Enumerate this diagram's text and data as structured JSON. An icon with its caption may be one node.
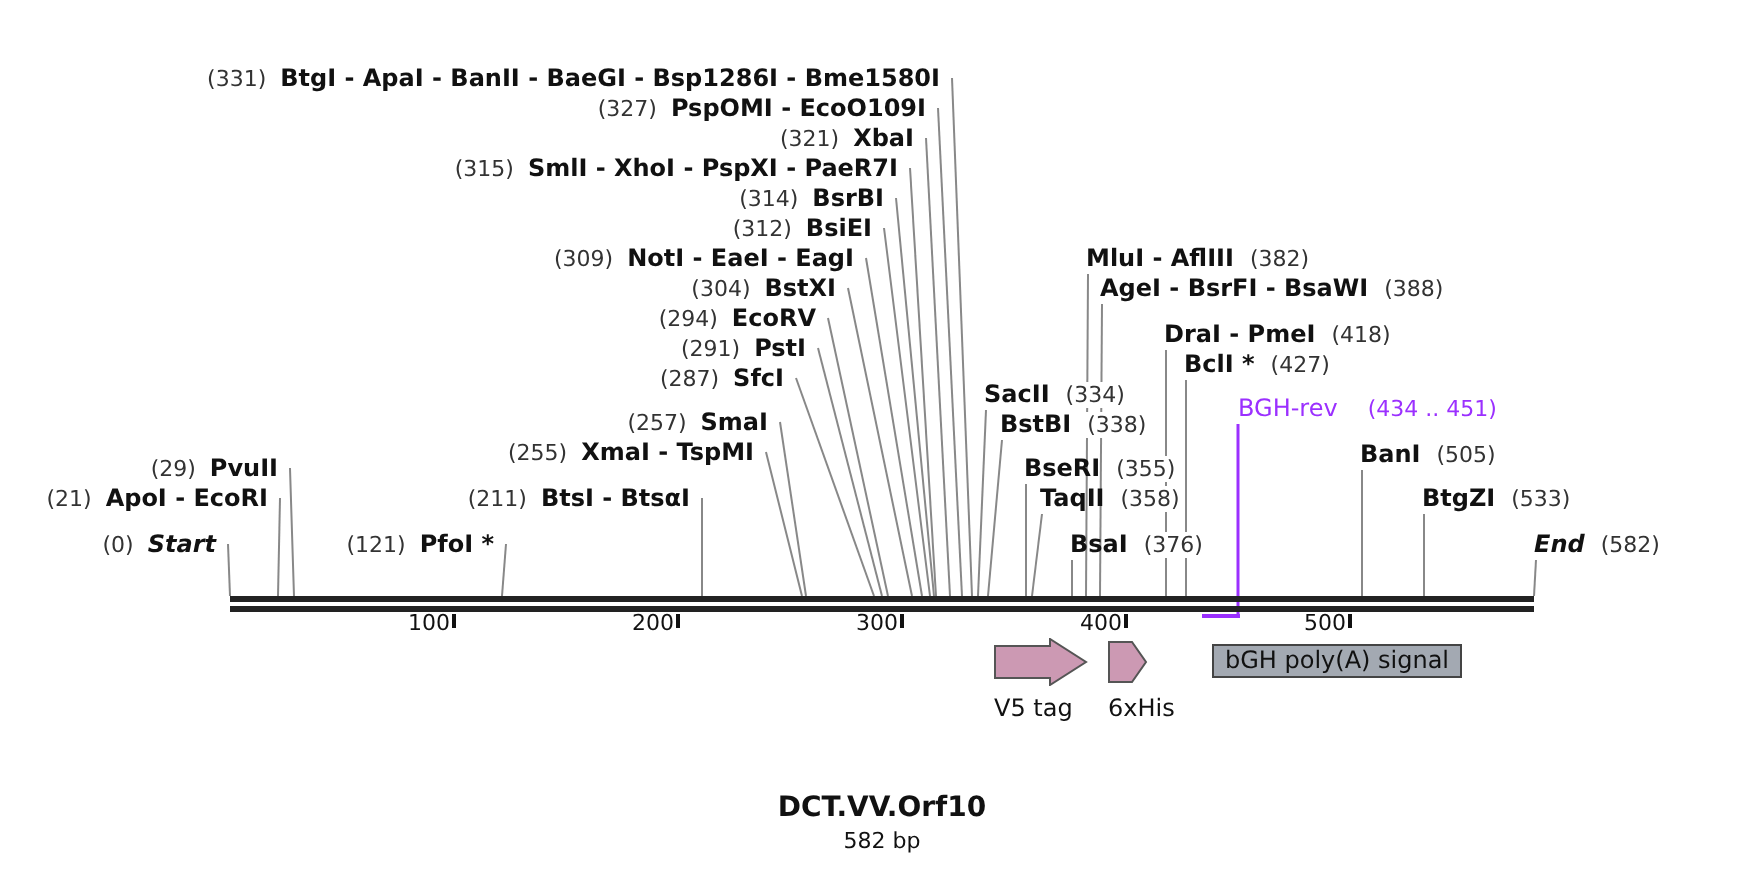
{
  "diagram": {
    "title": "DCT.VV.Orf10",
    "caption": "582 bp",
    "nodes": [
      {
        "text": [
          "(331)",
          "BtgI - ApaI - BanII - BaeGI - Bsp1286I - Bme1580I"
        ]
      },
      {
        "text": [
          "(327)",
          "PspOMI - EcoO109I"
        ]
      },
      {
        "text": [
          "(321)",
          "XbaI"
        ]
      },
      {
        "text": [
          "(315)",
          "SmlI - XhoI - PspXI - PaeR7I"
        ]
      },
      {
        "text": [
          "(314)",
          "BsrBI"
        ]
      },
      {
        "text": [
          "(312)",
          "BsiEI"
        ]
      },
      {
        "text": [
          "(309)",
          "NotI - EaeI - EagI"
        ]
      },
      {
        "text": [
          "(304)",
          "BstXI"
        ]
      },
      {
        "text": [
          "(294)",
          "EcoRV"
        ]
      },
      {
        "text": [
          "(291)",
          "PstI"
        ]
      },
      {
        "text": [
          "(287)",
          "SfcI"
        ]
      },
      {
        "text": [
          "(257)",
          "SmaI"
        ]
      },
      {
        "text": [
          "(255)",
          "XmaI - TspMI"
        ]
      },
      {
        "text": [
          "(29)",
          "PvuII"
        ]
      },
      {
        "text": [
          "(21)",
          "ApoI - EcoRI"
        ]
      },
      {
        "text": [
          "(211)",
          "BtsI - BtsαI"
        ]
      },
      {
        "text": [
          "(0)",
          "Start"
        ]
      },
      {
        "text": [
          "(121)",
          "PfoI *"
        ]
      },
      {
        "text": [
          "MluI - AflIII",
          "(382)"
        ]
      },
      {
        "text": [
          "AgeI - BsrFI - BsaWI",
          "(388)"
        ]
      },
      {
        "text": [
          "DraI - PmeI",
          "(418)"
        ]
      },
      {
        "text": [
          "BclI *",
          "(427)"
        ]
      },
      {
        "text": [
          "SacII",
          "(334)"
        ]
      },
      {
        "text": [
          "BstBI",
          "(338)"
        ]
      },
      {
        "text": [
          "BGH-rev",
          "(434 .. 451)"
        ]
      },
      {
        "text": [
          "BseRI",
          "(355)"
        ]
      },
      {
        "text": [
          "BanI",
          "(505)"
        ]
      },
      {
        "text": [
          "TaqII",
          "(358)"
        ]
      },
      {
        "text": [
          "BtgZI",
          "(533)"
        ]
      },
      {
        "text": [
          "BsaI",
          "(376)"
        ]
      },
      {
        "text": [
          "End",
          "(582)"
        ]
      },
      {
        "text": [],
        "shape": "bar",
        "beside": [
          "100",
          "200",
          "300",
          "400",
          "500"
        ]
      },
      {
        "text": [],
        "shape": "bar"
      },
      {
        "text": [
          "V5 tag"
        ]
      },
      {
        "text": [
          "6xHis"
        ]
      },
      {
        "text": [
          "bGH poly(A) signal"
        ]
      }
    ],
    "edges": [
      {
        "from": 0,
        "to": 31,
        "arrow": "none"
      },
      {
        "from": 1,
        "to": 31,
        "arrow": "none"
      },
      {
        "from": 2,
        "to": 31,
        "arrow": "none"
      },
      {
        "from": 3,
        "to": 31,
        "arrow": "none"
      },
      {
        "from": 4,
        "to": 31,
        "arrow": "none"
      },
      {
        "from": 5,
        "to": 31,
        "arrow": "none"
      },
      {
        "from": 6,
        "to": 31,
        "arrow": "none"
      },
      {
        "from": 7,
        "to": 31,
        "arrow": "none"
      },
      {
        "from": 8,
        "to": 31,
        "arrow": "none"
      },
      {
        "from": 9,
        "to": 31,
        "arrow": "none"
      },
      {
        "from": 10,
        "to": 31,
        "arrow": "none"
      },
      {
        "from": 11,
        "to": 31,
        "arrow": "none"
      },
      {
        "from": 12,
        "to": 31,
        "arrow": "none"
      },
      {
        "from": 13,
        "to": 31,
        "arrow": "none"
      },
      {
        "from": 14,
        "to": 31,
        "arrow": "none"
      },
      {
        "from": 15,
        "to": 31,
        "arrow": "none"
      },
      {
        "from": 16,
        "to": 31,
        "arrow": "none"
      },
      {
        "from": 17,
        "to": 31,
        "arrow": "none"
      },
      {
        "from": 18,
        "to": 31,
        "arrow": "none"
      },
      {
        "from": 19,
        "to": 31,
        "arrow": "none"
      },
      {
        "from": 20,
        "to": 31,
        "arrow": "none"
      },
      {
        "from": 21,
        "to": 31,
        "arrow": "none"
      },
      {
        "from": 22,
        "to": 31,
        "arrow": "none"
      },
      {
        "from": 23,
        "to": 31,
        "arrow": "none"
      },
      {
        "from": 24,
        "to": 32,
        "arrow": "none",
        "color": "#9b30ff"
      },
      {
        "from": 25,
        "to": 31,
        "arrow": "none"
      },
      {
        "from": 26,
        "to": 31,
        "arrow": "none"
      },
      {
        "from": 27,
        "to": 31,
        "arrow": "none"
      },
      {
        "from": 28,
        "to": 31,
        "arrow": "none"
      },
      {
        "from": 29,
        "to": 31,
        "arrow": "none"
      },
      {
        "from": 30,
        "to": 31,
        "arrow": "none"
      }
    ]
  }
}
